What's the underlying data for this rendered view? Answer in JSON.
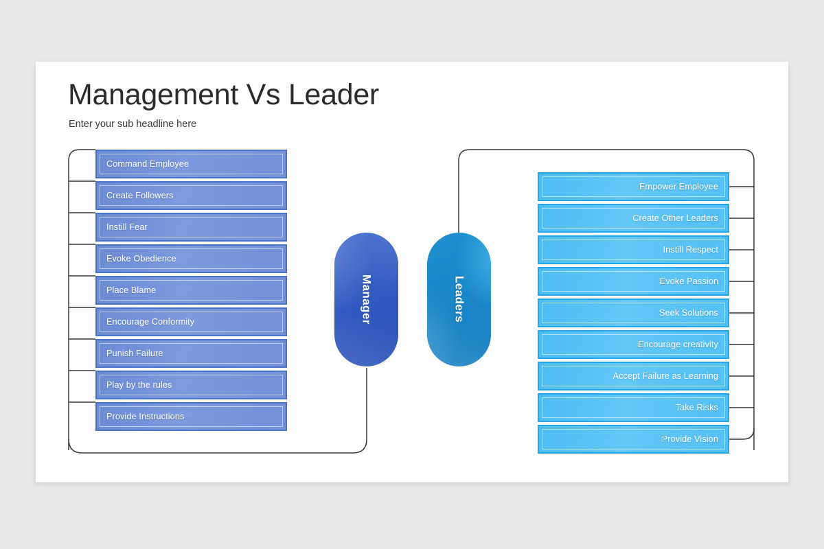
{
  "slide": {
    "title": "Management Vs Leader",
    "subtitle": "Enter your sub headline here"
  },
  "colors": {
    "background": "#e9e8ea",
    "slide": "#fefefe",
    "manager_pill": "#3059bf",
    "leaders_pill": "#1b86c6",
    "manager_item_fill": "#7e9ade",
    "manager_item_border": "#4a72c8",
    "leader_item_fill": "#63c6f6",
    "leader_item_border": "#23a6e8",
    "connector": "#3b3733",
    "title_text": "#2b2b2b",
    "item_text": "#ffffff"
  },
  "manager": {
    "pill_label": "Manager",
    "items": [
      {
        "label": "Command Employee"
      },
      {
        "label": "Create Followers"
      },
      {
        "label": "Instill Fear"
      },
      {
        "label": "Evoke Obedience"
      },
      {
        "label": "Place Blame"
      },
      {
        "label": "Encourage Conformity"
      },
      {
        "label": "Punish Failure"
      },
      {
        "label": "Play by the rules"
      },
      {
        "label": "Provide Instructions"
      }
    ]
  },
  "leaders": {
    "pill_label": "Leaders",
    "items": [
      {
        "label": "Empower Employee"
      },
      {
        "label": "Create Other Leaders"
      },
      {
        "label": "Instill Respect"
      },
      {
        "label": "Evoke Passion"
      },
      {
        "label": "Seek Solutions"
      },
      {
        "label": "Encourage creativity"
      },
      {
        "label": "Accept Failure as Learning"
      },
      {
        "label": "Take Risks"
      },
      {
        "label": "Provide Vision"
      }
    ]
  }
}
